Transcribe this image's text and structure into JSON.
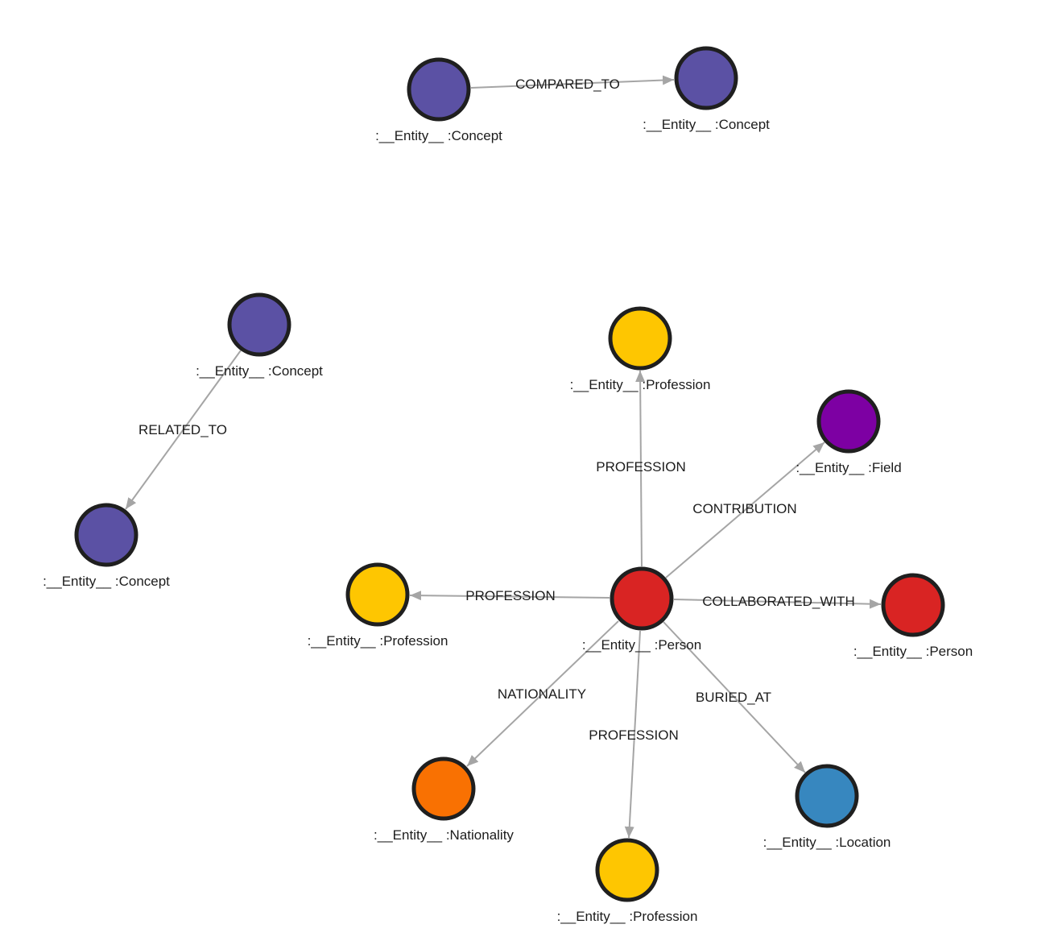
{
  "palette": {
    "background": "#ffffff",
    "edge": "#a5a5a5",
    "node_border": "#1f1f1f",
    "label_text": "#1c1c1c",
    "concept": "#5b51a4",
    "person": "#d92423",
    "profession": "#fec601",
    "field": "#7d00a3",
    "nationality": "#f97102",
    "location": "#3787bf"
  },
  "nodes": [
    {
      "id": "concept-1",
      "type": "Concept",
      "label": ":__Entity__ :Concept",
      "color": "#5b51a4"
    },
    {
      "id": "concept-2",
      "type": "Concept",
      "label": ":__Entity__ :Concept",
      "color": "#5b51a4"
    },
    {
      "id": "concept-3",
      "type": "Concept",
      "label": ":__Entity__ :Concept",
      "color": "#5b51a4"
    },
    {
      "id": "concept-4",
      "type": "Concept",
      "label": ":__Entity__ :Concept",
      "color": "#5b51a4"
    },
    {
      "id": "profession-top",
      "type": "Profession",
      "label": ":__Entity__ :Profession",
      "color": "#fec601"
    },
    {
      "id": "field-1",
      "type": "Field",
      "label": ":__Entity__ :Field",
      "color": "#7d00a3"
    },
    {
      "id": "person-center",
      "type": "Person",
      "label": ":__Entity__ :Person",
      "color": "#d92423"
    },
    {
      "id": "person-right",
      "type": "Person",
      "label": ":__Entity__ :Person",
      "color": "#d92423"
    },
    {
      "id": "profession-left",
      "type": "Profession",
      "label": ":__Entity__ :Profession",
      "color": "#fec601"
    },
    {
      "id": "nationality-1",
      "type": "Nationality",
      "label": ":__Entity__ :Nationality",
      "color": "#f97102"
    },
    {
      "id": "profession-bottom",
      "type": "Profession",
      "label": ":__Entity__ :Profession",
      "color": "#fec601"
    },
    {
      "id": "location-1",
      "type": "Location",
      "label": ":__Entity__ :Location",
      "color": "#3787bf"
    }
  ],
  "edges": [
    {
      "label": "COMPARED_TO",
      "from": "concept-1",
      "to": "concept-2"
    },
    {
      "label": "RELATED_TO",
      "from": "concept-3",
      "to": "concept-4"
    },
    {
      "label": "PROFESSION",
      "from": "person-center",
      "to": "profession-top"
    },
    {
      "label": "CONTRIBUTION",
      "from": "person-center",
      "to": "field-1"
    },
    {
      "label": "PROFESSION",
      "from": "person-center",
      "to": "profession-left"
    },
    {
      "label": "COLLABORATED_WITH",
      "from": "person-center",
      "to": "person-right"
    },
    {
      "label": "NATIONALITY",
      "from": "person-center",
      "to": "nationality-1"
    },
    {
      "label": "PROFESSION",
      "from": "person-center",
      "to": "profession-bottom"
    },
    {
      "label": "BURIED_AT",
      "from": "person-center",
      "to": "location-1"
    }
  ]
}
